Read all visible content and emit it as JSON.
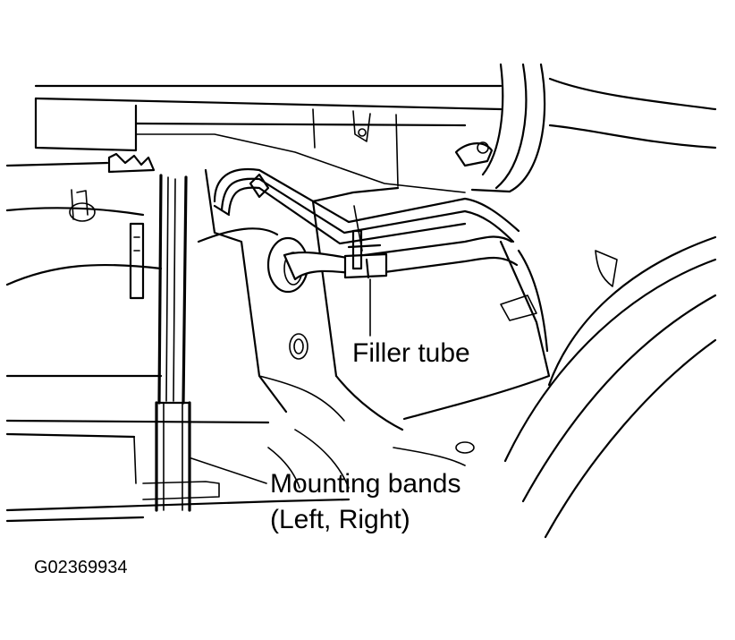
{
  "labels": {
    "filler_tube": "Filler tube",
    "mounting_bands_line1": "Mounting bands",
    "mounting_bands_line2": "(Left, Right)"
  },
  "figure_code": "G02369934"
}
